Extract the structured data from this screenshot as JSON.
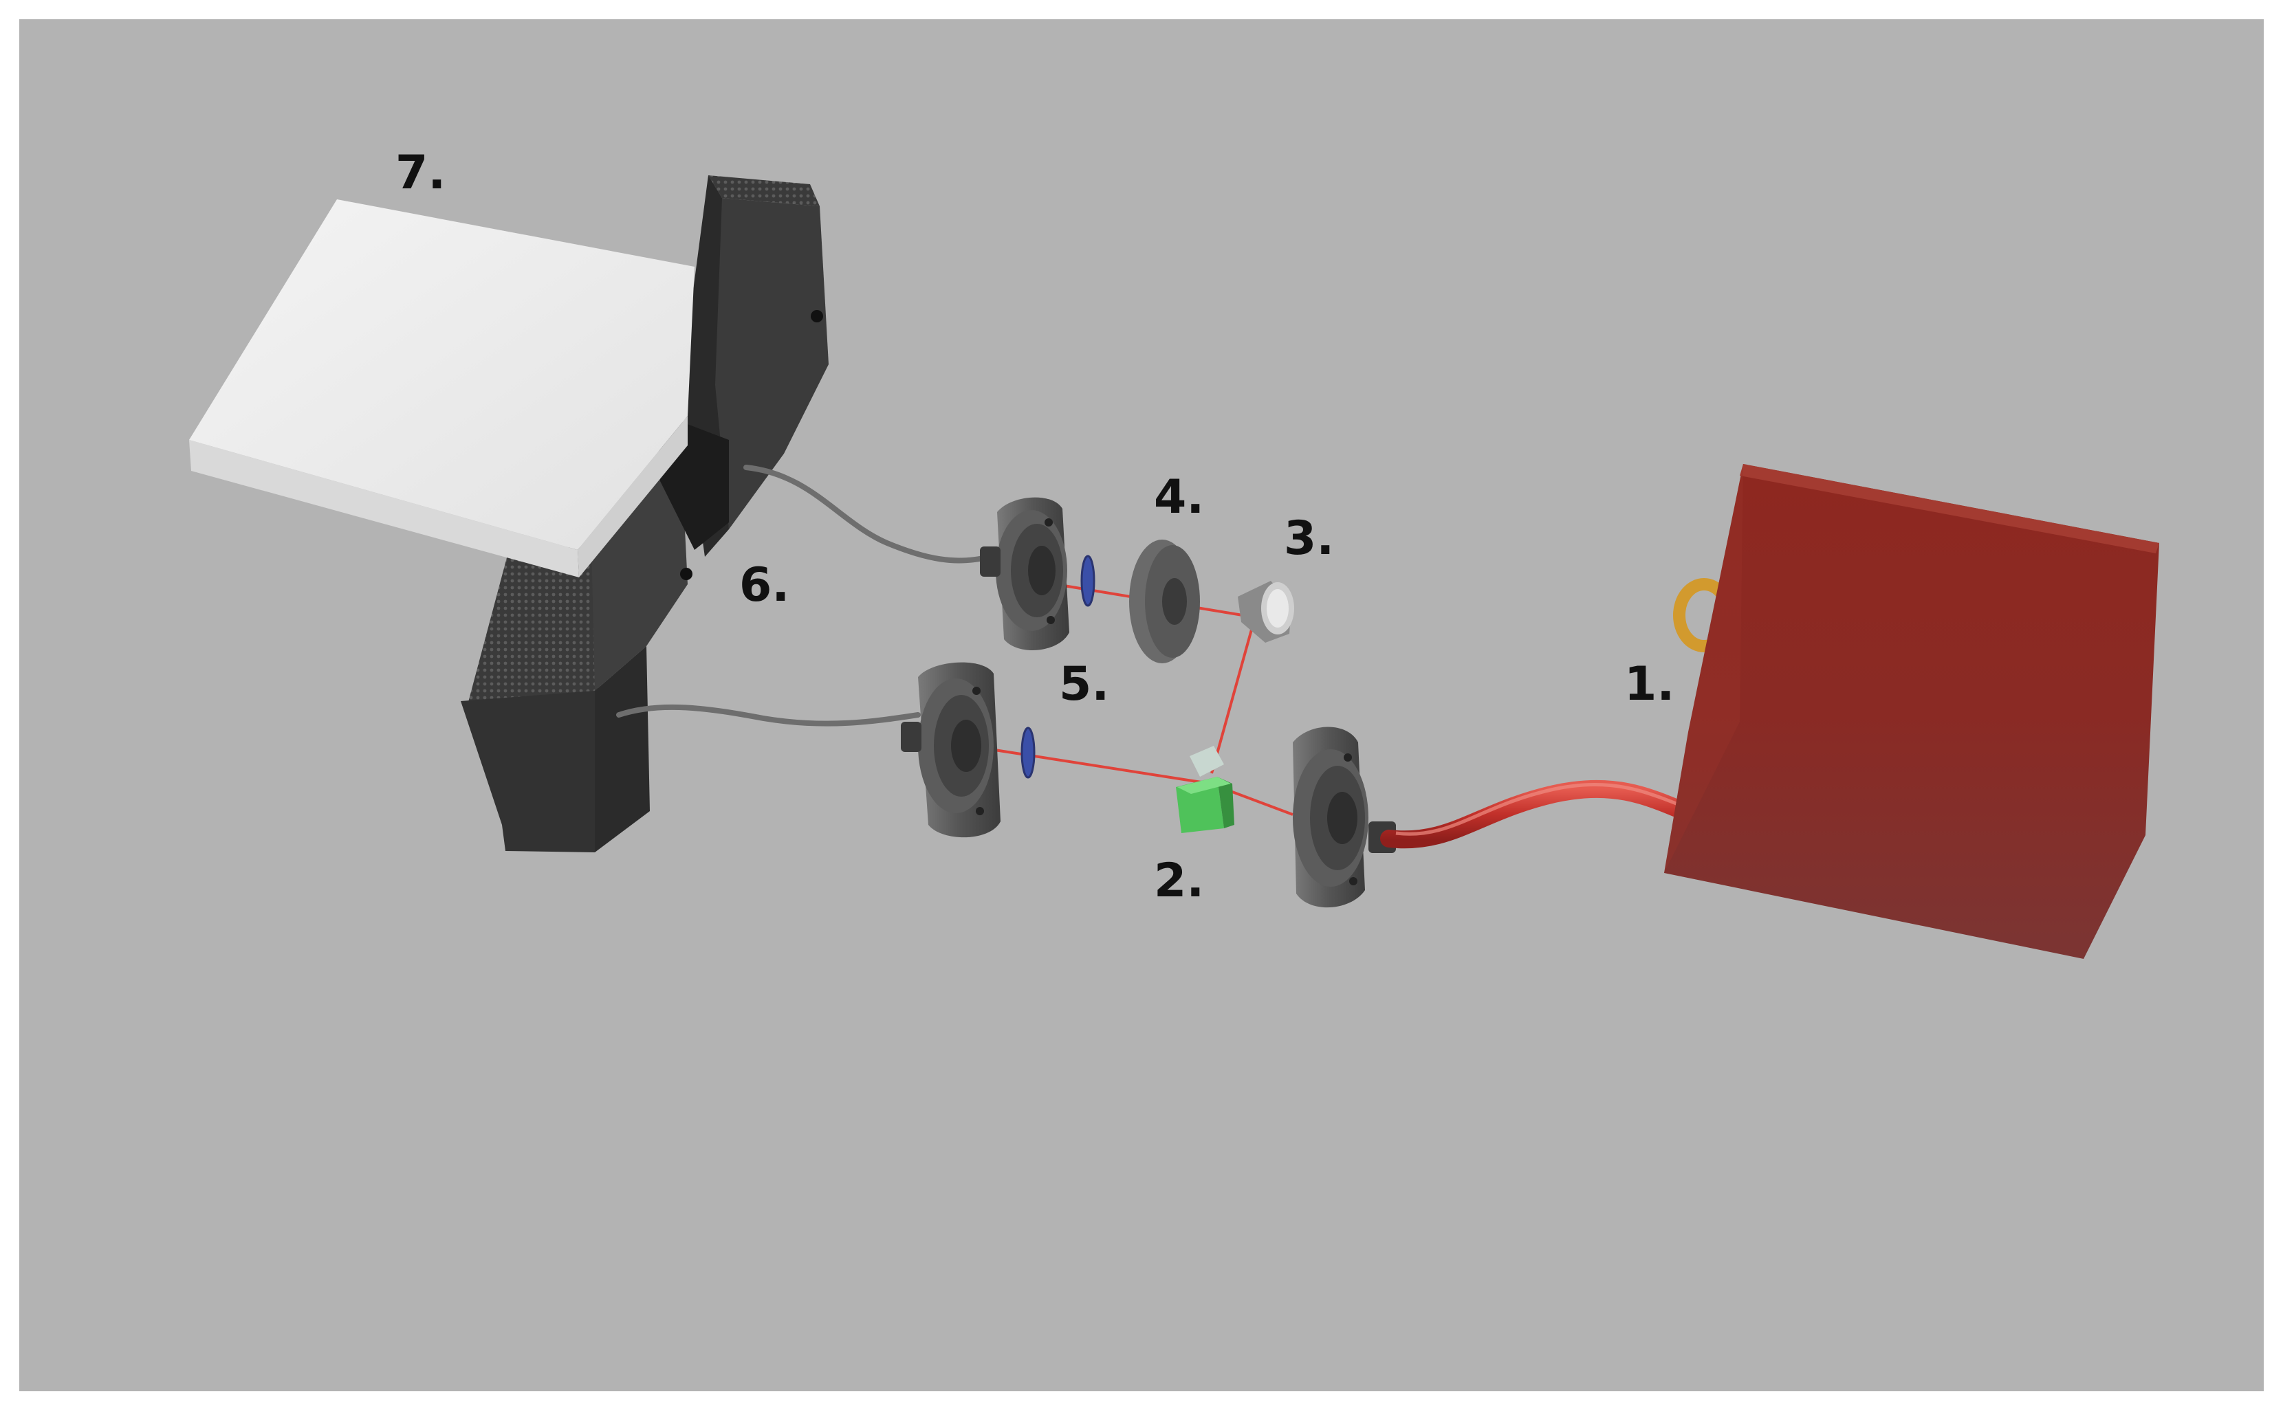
{
  "colors": {
    "background_frame": "#ffffff",
    "floor": "#b3b3b3",
    "laser_beam": "#e0433a",
    "laser_source_body": "#8f2a24",
    "fiber_cable_red": "#c9342c",
    "mount_dark": "#4a4a4a",
    "detector_block": "#333333",
    "white_plate": "#eeeeee",
    "ring_gold": "#d29a2e",
    "filter_blue": "#3a4fa8",
    "crystal_green": "#4fc25a"
  },
  "callouts": {
    "item_1": "1.",
    "item_2": "2.",
    "item_3": "3.",
    "item_4": "4.",
    "item_5": "5.",
    "item_6": "6.",
    "item_7": "7."
  }
}
